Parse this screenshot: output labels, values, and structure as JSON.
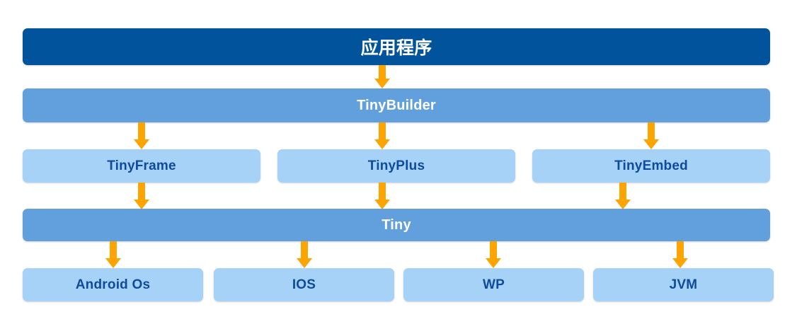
{
  "diagram": {
    "title_text": "应用程序",
    "type": "layered-architecture-stack",
    "colors": {
      "application_layer": "#01539c",
      "framework_layer": "#619fdd",
      "module_layer": "#a6d2f7",
      "module_text": "#0e4c9b",
      "arrow": "#fca502",
      "background": "#ffffff"
    },
    "levels": [
      {
        "name": "application",
        "nodes": [
          {
            "id": "app",
            "label": "应用程序"
          }
        ]
      },
      {
        "name": "builder",
        "nodes": [
          {
            "id": "tinybuilder",
            "label": "TinyBuilder"
          }
        ]
      },
      {
        "name": "modules",
        "nodes": [
          {
            "id": "tinyframe",
            "label": "TinyFrame"
          },
          {
            "id": "tinyplus",
            "label": "TinyPlus"
          },
          {
            "id": "tinyembed",
            "label": "TinyEmbed"
          }
        ]
      },
      {
        "name": "core",
        "nodes": [
          {
            "id": "tiny",
            "label": "Tiny"
          }
        ]
      },
      {
        "name": "platforms",
        "nodes": [
          {
            "id": "android",
            "label": "Android Os"
          },
          {
            "id": "ios",
            "label": "IOS"
          },
          {
            "id": "wp",
            "label": "WP"
          },
          {
            "id": "jvm",
            "label": "JVM"
          }
        ]
      }
    ],
    "connections": [
      {
        "from": "app",
        "to": "tinybuilder"
      },
      {
        "from": "tinybuilder",
        "to": "tinyframe"
      },
      {
        "from": "tinybuilder",
        "to": "tinyplus"
      },
      {
        "from": "tinybuilder",
        "to": "tinyembed"
      },
      {
        "from": "tinyframe",
        "to": "tiny"
      },
      {
        "from": "tinyplus",
        "to": "tiny"
      },
      {
        "from": "tinyembed",
        "to": "tiny"
      },
      {
        "from": "tiny",
        "to": "android"
      },
      {
        "from": "tiny",
        "to": "ios"
      },
      {
        "from": "tiny",
        "to": "wp"
      },
      {
        "from": "tiny",
        "to": "jvm"
      }
    ]
  }
}
